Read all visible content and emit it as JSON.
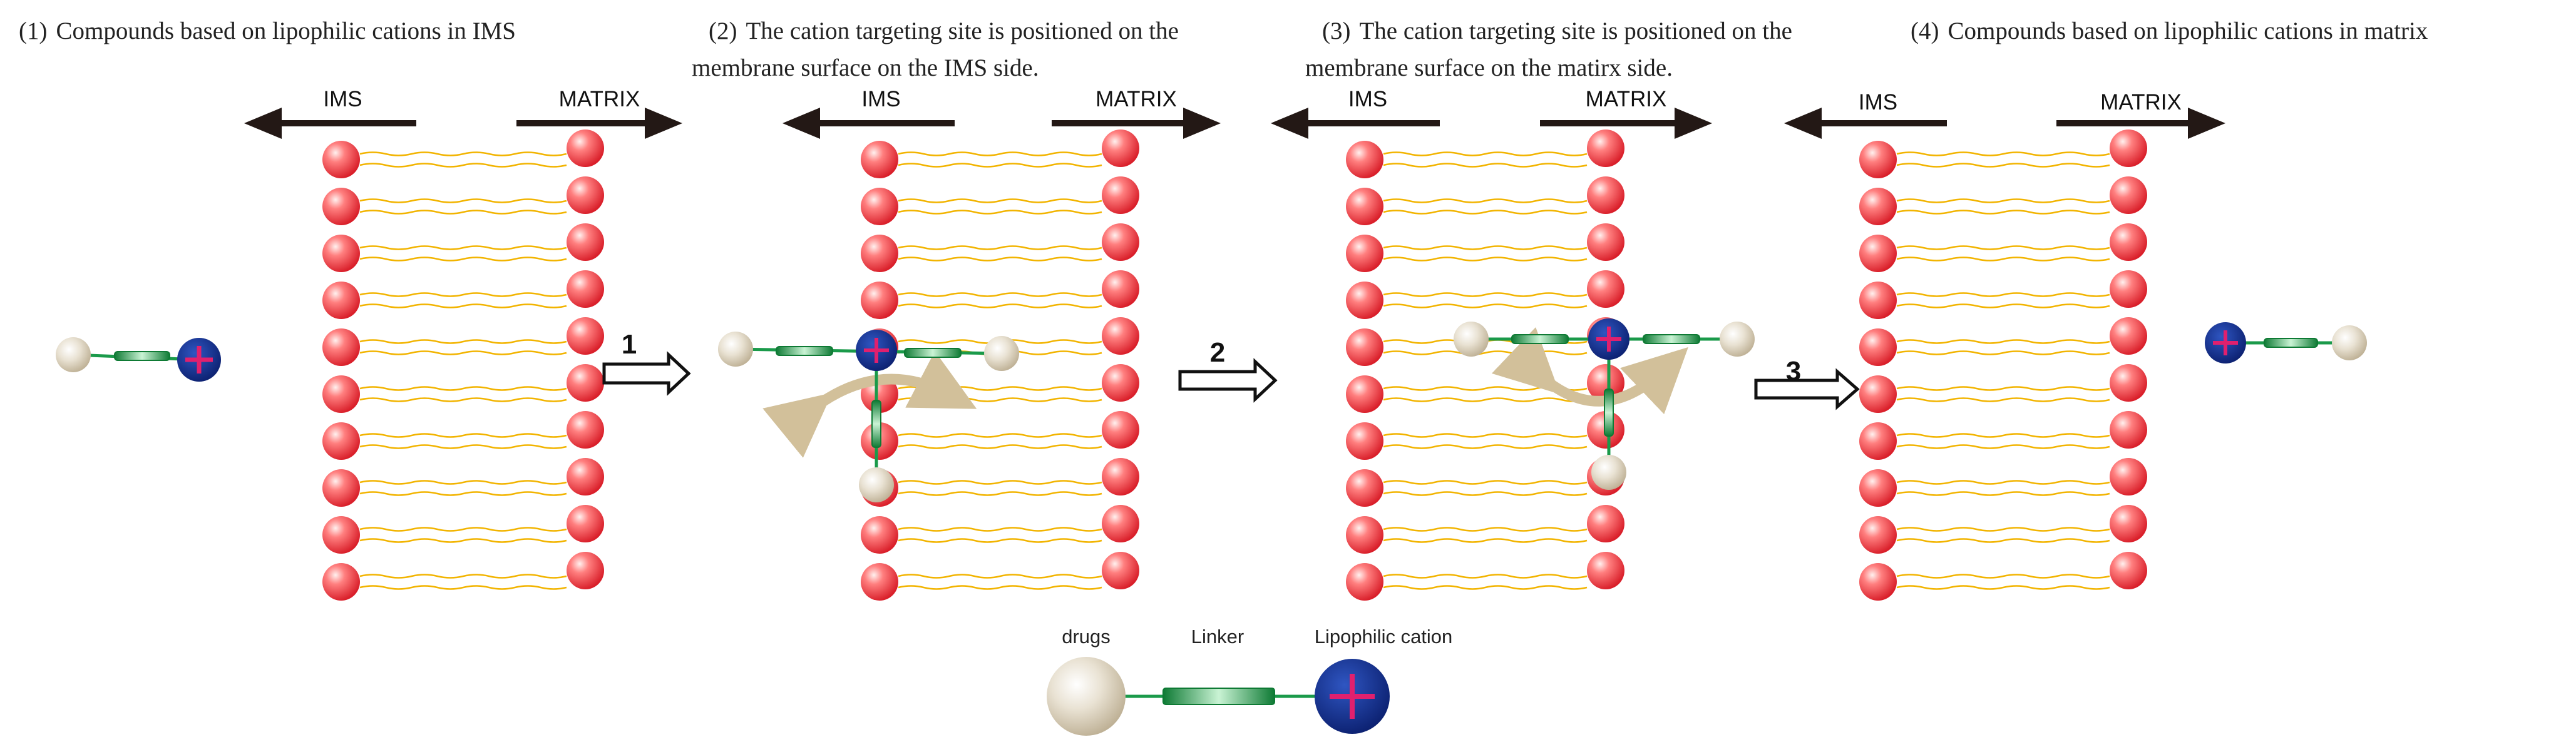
{
  "panels": [
    {
      "number": "(1)",
      "lines": [
        "Compounds based on lipophilic cations in IMS"
      ]
    },
    {
      "number": "(2)",
      "lines": [
        "The cation targeting site is positioned on the",
        "membrane surface on the IMS side."
      ]
    },
    {
      "number": "(3)",
      "lines": [
        "The cation targeting site is positioned on the",
        "membrane surface on the matirx side."
      ]
    },
    {
      "number": "(4)",
      "lines": [
        "Compounds based on lipophilic cations in matrix"
      ]
    }
  ],
  "direction_labels": {
    "ims": "IMS",
    "matrix": "MATRIX"
  },
  "steps": [
    "1",
    "2",
    "3"
  ],
  "legend": {
    "drug": "drugs",
    "linker": "Linker",
    "cation": "Lipophilic cation"
  },
  "colors": {
    "lipid_head": "#ee3b3b",
    "lipid_tail": "#f2b400",
    "drug": "#ddd3be",
    "linker": "#1a9a4a",
    "cation": "#0f2f8f",
    "cation_plus": "#e0206e",
    "curved_arrow": "#d2c09a"
  }
}
